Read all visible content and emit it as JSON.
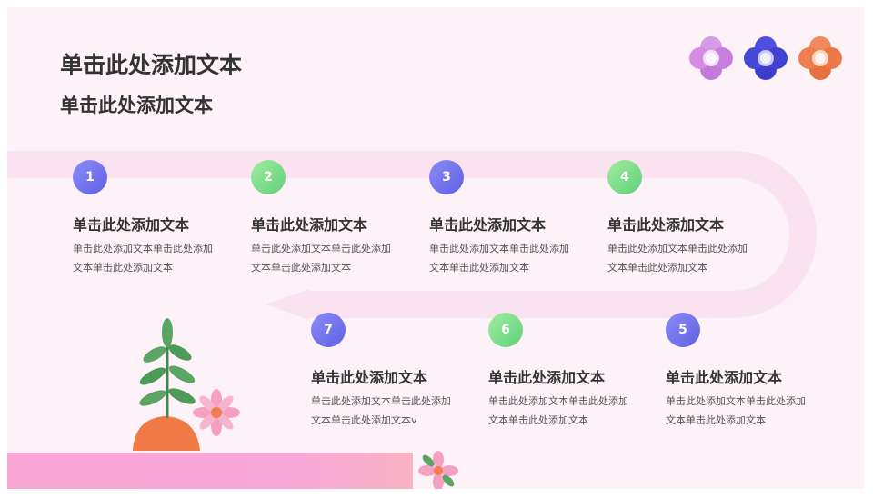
{
  "header": {
    "title": "单击此处添加文本",
    "subtitle": "单击此处添加文本"
  },
  "steps": [
    {
      "number": "1",
      "title": "单击此处添加文本",
      "desc": "单击此处添加文本单击此处添加文本单击此处添加文本"
    },
    {
      "number": "2",
      "title": "单击此处添加文本",
      "desc": "单击此处添加文本单击此处添加文本单击此处添加文本"
    },
    {
      "number": "3",
      "title": "单击此处添加文本",
      "desc": "单击此处添加文本单击此处添加文本单击此处添加文本"
    },
    {
      "number": "4",
      "title": "单击此处添加文本",
      "desc": "单击此处添加文本单击此处添加文本单击此处添加文本"
    },
    {
      "number": "5",
      "title": "单击此处添加文本",
      "desc": "单击此处添加文本单击此处添加文本单击此处添加文本"
    },
    {
      "number": "6",
      "title": "单击此处添加文本",
      "desc": "单击此处添加文本单击此处添加文本单击此处添加文本"
    },
    {
      "number": "7",
      "title": "单击此处添加文本",
      "desc": "单击此处添加文本单击此处添加文本单击此处添加文本v"
    }
  ],
  "colors": {
    "background": "#fdf2f8",
    "band": "#fbe2f0",
    "blue_badge": "#6f70ee",
    "green_badge": "#7edc86",
    "flower_purple": "#c886e0",
    "flower_blue": "#4a4ad8",
    "flower_orange": "#ee7d4f"
  },
  "icons": [
    "flower-purple-icon",
    "flower-blue-icon",
    "flower-orange-icon",
    "plant-illustration",
    "small-flower-icon"
  ]
}
